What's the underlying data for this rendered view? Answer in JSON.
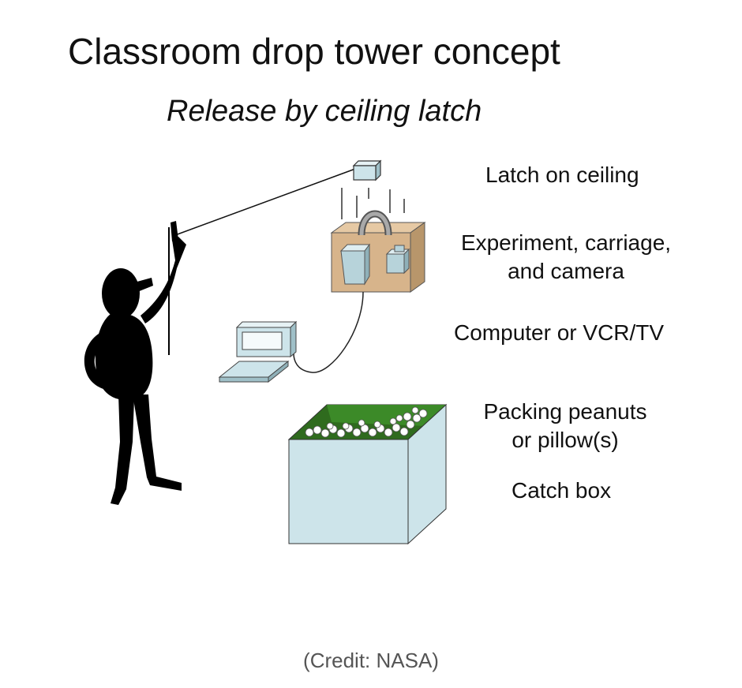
{
  "title": "Classroom drop tower concept",
  "subtitle": "Release by ceiling latch",
  "labels": {
    "latch": "Latch on ceiling",
    "experiment_line1": "Experiment, carriage,",
    "experiment_line2": "and camera",
    "computer": "Computer or VCR/TV",
    "packing_line1": "Packing peanuts",
    "packing_line2": "or pillow(s)",
    "catch_box": "Catch box"
  },
  "credit": "(Credit: NASA)",
  "colors": {
    "carriage": "#d7b48b",
    "box_face": "#cde4ea",
    "box_inner": "#2f6b1e",
    "equipment": "#cde4ea"
  }
}
